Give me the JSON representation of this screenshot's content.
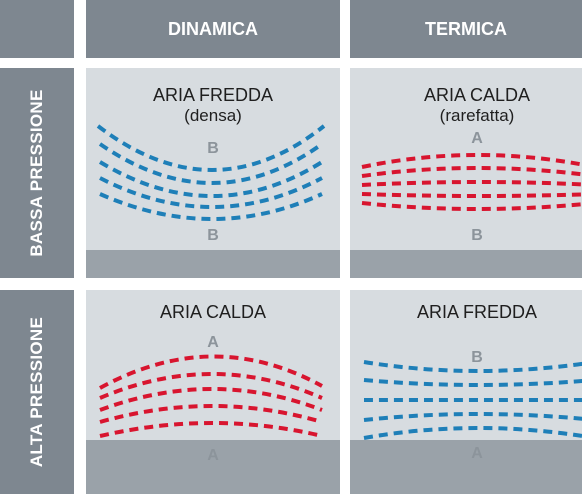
{
  "columns": {
    "left": "DINAMICA",
    "right": "TERMICA"
  },
  "rows": {
    "top": "BASSA PRESSIONE",
    "bottom": "ALTA PRESSIONE"
  },
  "colors": {
    "header_bg": "#7e8790",
    "cell_bg": "#d7dce0",
    "ground": "#9aa2a9",
    "cold_isobar": "#1e7fb8",
    "warm_isobar": "#d8152f",
    "letter": "#8c949b"
  },
  "cells": {
    "low_dynamic": {
      "title": "ARIA FREDDA",
      "subtitle": "(densa)",
      "upper_letter": "B",
      "lower_letter": "B",
      "isobar_color": "cold"
    },
    "low_thermal": {
      "title": "ARIA CALDA",
      "subtitle": "(rarefatta)",
      "upper_letter": "A",
      "lower_letter": "B",
      "isobar_color": "warm"
    },
    "high_dynamic": {
      "title": "ARIA CALDA",
      "subtitle": "",
      "upper_letter": "A",
      "lower_letter": "A",
      "isobar_color": "warm"
    },
    "high_thermal": {
      "title": "ARIA FREDDA",
      "subtitle": "",
      "upper_letter": "B",
      "lower_letter": "A",
      "isobar_color": "cold"
    }
  }
}
